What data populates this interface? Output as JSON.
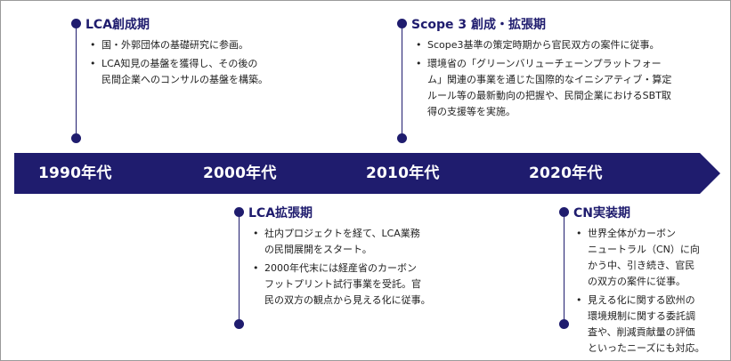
{
  "timeline": {
    "decades": [
      "1990年代",
      "2000年代",
      "2010年代",
      "2020年代"
    ],
    "accent_color": "#1f1c6e"
  },
  "periods": [
    {
      "title": "LCA創成期",
      "bullets": [
        "国・外郭団体の基礎研究に参画。",
        "LCA知見の基盤を獲得し、その後の\n民間企業へのコンサルの基盤を構築。"
      ]
    },
    {
      "title": "LCA拡張期",
      "bullets": [
        "社内プロジェクトを経て、LCA業務\nの民間展開をスタート。",
        "2000年代末には経産省のカーボン\nフットプリント試行事業を受託。官\n民の双方の観点から見える化に従事。"
      ]
    },
    {
      "title": "Scope 3 創成・拡張期",
      "bullets": [
        "Scope3基準の策定時期から官民双方の案件に従事。",
        "環境省の「グリーンバリューチェーンプラットフォー\nム」関連の事業を通じた国際的なイニシアティブ・算定\nルール等の最新動向の把握や、民間企業におけるSBT取\n得の支援等を実施。"
      ]
    },
    {
      "title": "CN実装期",
      "bullets": [
        "世界全体がカーボン\nニュートラル（CN）に向\nかう中、引き続き、官民\nの双方の案件に従事。",
        "見える化に関する欧州の\n環境規制に関する委託調\n査や、削減貢献量の評価\nといったニーズにも対応。"
      ]
    }
  ]
}
